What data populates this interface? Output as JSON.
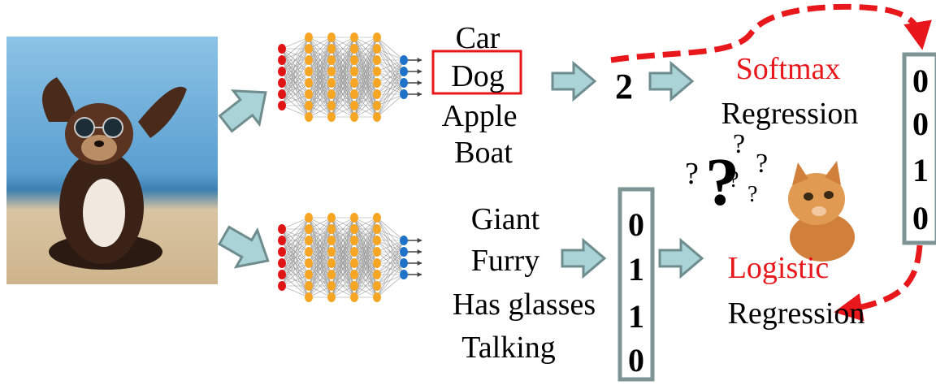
{
  "top_labels": [
    "Car",
    "Dog",
    "Apple",
    "Boat"
  ],
  "top_selected": "Dog",
  "top_value": "2",
  "softmax_label": "Softmax",
  "softmax_regression": "Regression",
  "top_vector": [
    "0",
    "0",
    "1",
    "0"
  ],
  "bottom_labels": [
    "Giant",
    "Furry",
    "Has glasses",
    "Talking"
  ],
  "bottom_vector": [
    "0",
    "1",
    "1",
    "0"
  ],
  "logistic_label": "Logistic",
  "logistic_regression": "Regression",
  "colors": {
    "arrow_fill": "#a9d3d6",
    "arrow_stroke": "#6f8c8e",
    "highlight": "#e8171b",
    "input_node": "#e01414",
    "hidden_node": "#f6a623",
    "output_node": "#1e72c8",
    "vector_border": "#7f9495"
  }
}
